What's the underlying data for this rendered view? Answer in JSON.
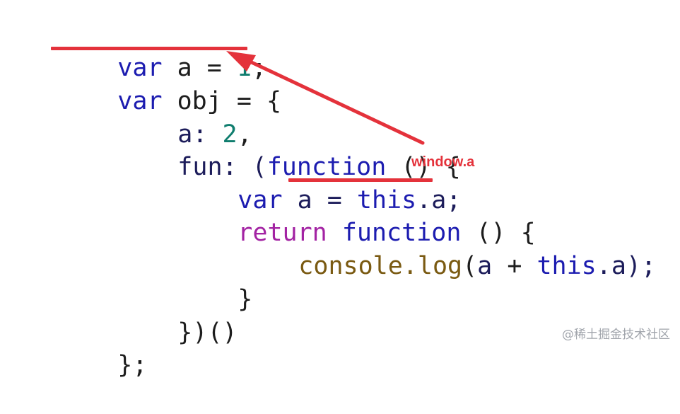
{
  "code": {
    "l1": {
      "kw": "var",
      "sp1": " a = ",
      "num": "1",
      "end": ";"
    },
    "l2": {
      "kw": "var",
      "rest": " obj = {"
    },
    "l3": {
      "key": "a: ",
      "num": "2",
      "end": ","
    },
    "l4": {
      "key": "fun: (",
      "kw": "function",
      "end": " () {"
    },
    "l5": {
      "kw": "var",
      "mid": " a = ",
      "kw2": "this",
      "rest": ".a;"
    },
    "l6": {
      "ctl": "return",
      "sp": " ",
      "kw": "function",
      "end": " () {"
    },
    "l7": {
      "fn": "console.log",
      "p1": "(",
      "id1": "a",
      "op": " + ",
      "kw": "this",
      "rest": ".a);"
    },
    "l8": {
      "text": "}"
    },
    "l9": {
      "text": "})()"
    },
    "l10": {
      "text": "};"
    }
  },
  "annotation": {
    "label": "window.a",
    "color": "#e4323b"
  },
  "watermark": "@稀土掘金技术社区"
}
